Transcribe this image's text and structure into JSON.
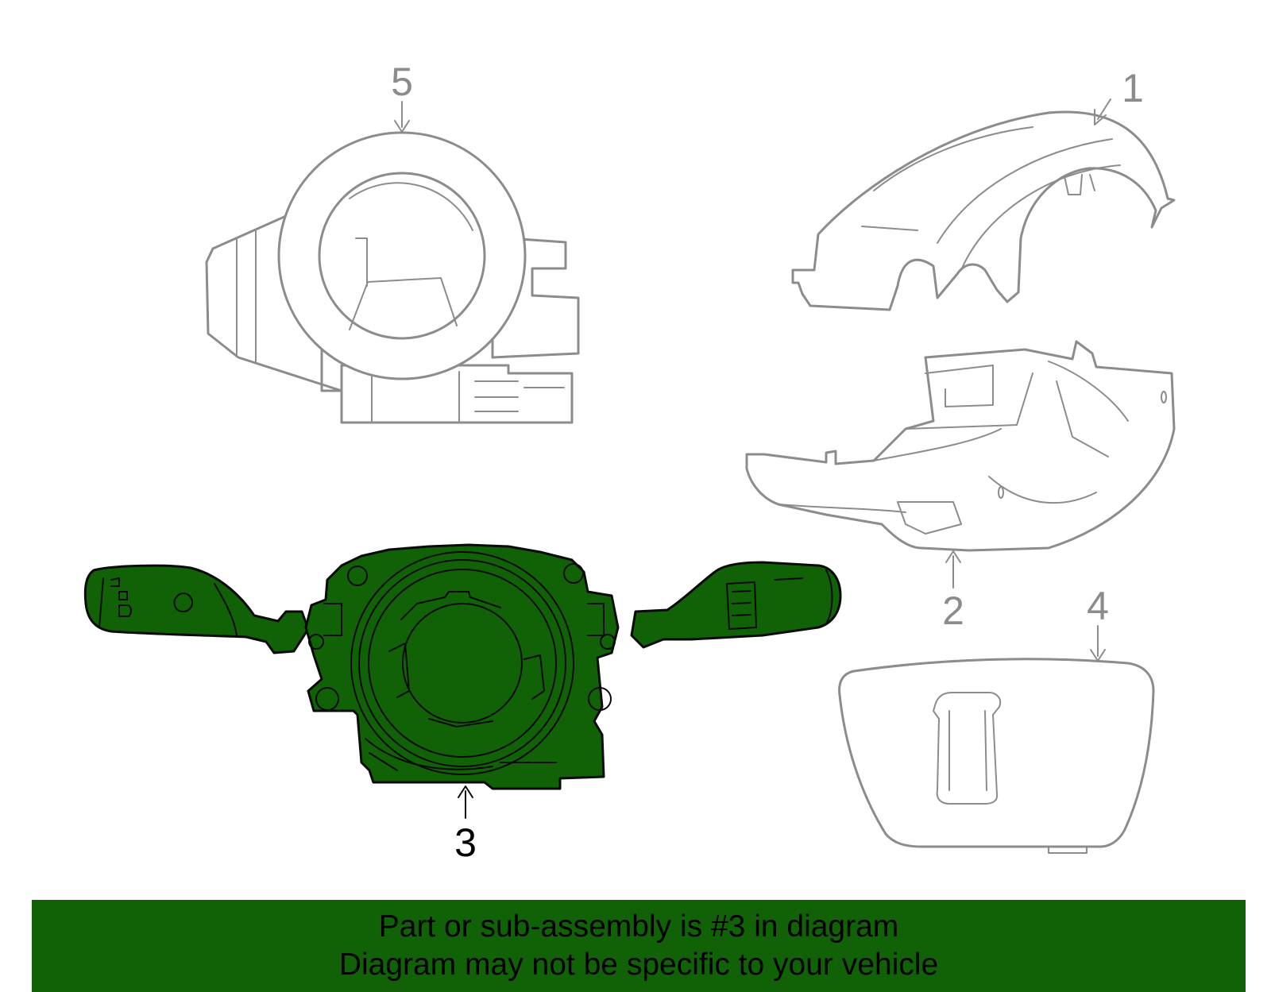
{
  "callouts": [
    {
      "id": "1",
      "label": "1",
      "highlighted": false
    },
    {
      "id": "2",
      "label": "2",
      "highlighted": false
    },
    {
      "id": "3",
      "label": "3",
      "highlighted": true
    },
    {
      "id": "4",
      "label": "4",
      "highlighted": false
    },
    {
      "id": "5",
      "label": "5",
      "highlighted": false
    }
  ],
  "banner": {
    "line1": "Part or sub-assembly is #3 in diagram",
    "line2": "Diagram may not be specific to your vehicle"
  },
  "colors": {
    "highlight_fill": "#116207",
    "highlight_outline": "#0a0a0a",
    "dim_outline": "#8c8c8c",
    "banner_background": "#116207",
    "background": "#ffffff"
  },
  "icons": [
    "upper-column-cover-icon",
    "lower-column-cover-icon",
    "combination-switch-icon",
    "steering-wheel-switch-trim-icon",
    "clockspring-icon"
  ]
}
